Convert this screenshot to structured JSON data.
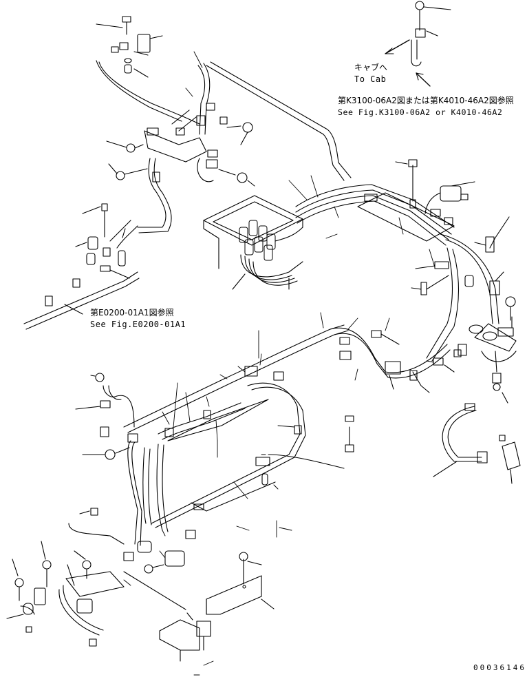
{
  "annotations": {
    "to_cab_jp": "キャブへ",
    "to_cab_en": "To Cab",
    "ref_top_jp": "第K3100-06A2図または第K4010-46A2図参照",
    "ref_top_en": "See Fig.K3100-06A2 or K4010-46A2",
    "ref_left_jp": "第E0200-01A1図参照",
    "ref_left_en": "See Fig.E0200-01A1",
    "drawing_code": "00036146"
  },
  "style": {
    "line_color": "#000000",
    "background": "#ffffff"
  }
}
